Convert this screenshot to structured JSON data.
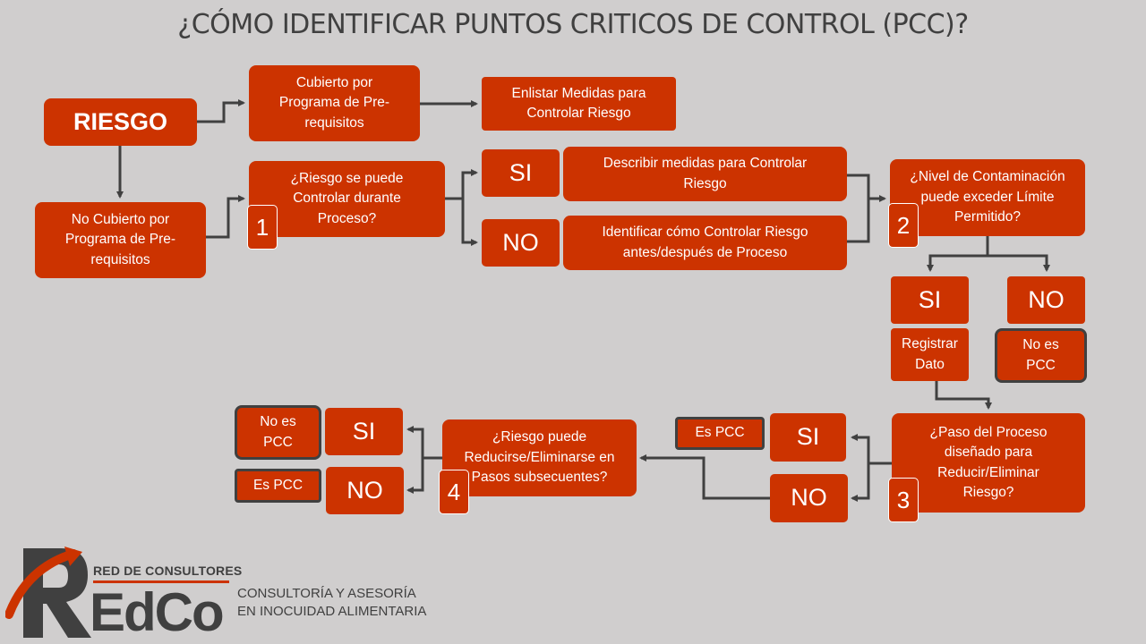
{
  "title": "¿CÓMO IDENTIFICAR PUNTOS CRITICOS DE CONTROL (PCC)?",
  "nodes": {
    "riesgo": "RIESGO",
    "cubierto": "Cubierto por Programa de Pre-requisitos",
    "enlistar": "Enlistar Medidas para Controlar Riesgo",
    "no_cubierto": "No Cubierto por Programa de Pre-requisitos",
    "q1": "¿Riesgo se puede Controlar durante Proceso?",
    "q1_si": "SI",
    "q1_no": "NO",
    "describir": "Describir medidas para Controlar Riesgo",
    "identificar": "Identificar cómo Controlar Riesgo antes/después de Proceso",
    "q2": "¿Nivel de Contaminación puede exceder Límite Permitido?",
    "q2_si": "SI",
    "q2_no": "NO",
    "registrar": "Registrar Dato",
    "q2_no_es_pcc": "No es PCC",
    "q3": "¿Paso del Proceso diseñado para Reducir/Eliminar Riesgo?",
    "q3_si": "SI",
    "q3_no": "NO",
    "q3_es_pcc": "Es PCC",
    "q4": "¿Riesgo puede Reducirse/Eliminarse en Pasos subsecuentes?",
    "q4_si": "SI",
    "q4_no": "NO",
    "q4_no_es_pcc": "No es PCC",
    "q4_es_pcc": "Es PCC"
  },
  "numbers": [
    "1",
    "2",
    "3",
    "4"
  ],
  "logo": {
    "top_line": "RED DE CONSULTORES",
    "wordmark": "EdCo",
    "tagline_1": "CONSULTORÍA Y ASESORÍA",
    "tagline_2": "EN INOCUIDAD ALIMENTARIA"
  },
  "colors": {
    "box": "#cc3300",
    "background": "#d0cece",
    "text_dark": "#404040"
  }
}
